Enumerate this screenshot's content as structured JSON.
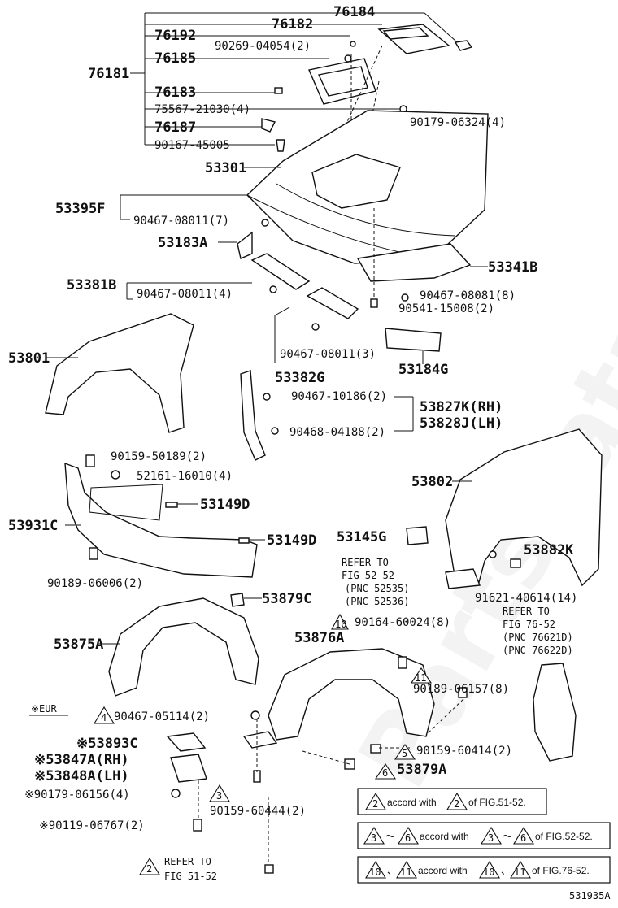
{
  "watermark": "PartsCatalogue.ru",
  "figure_id": "531935A",
  "eur_note": "※EUR",
  "labels": {
    "p76184": "76184",
    "p76182": "76182",
    "p76192": "76192",
    "p90269": "90269-04054(2)",
    "p76185": "76185",
    "p76181": "76181",
    "p76183": "76183",
    "p75567": "75567-21030(4)",
    "p90179a": "90179-06324(4)",
    "p76187": "76187",
    "p90167": "90167-45005",
    "p53301": "53301",
    "p53395F": "53395F",
    "p90467a": "90467-08011(7)",
    "p53183A": "53183A",
    "p53341B": "53341B",
    "p53381B": "53381B",
    "p90467b": "90467-08011(4)",
    "p90467c": "90467-08081(8)",
    "p90541": "90541-15008(2)",
    "p53801": "53801",
    "p90467d": "90467-08011(3)",
    "p53184G": "53184G",
    "p53382G": "53382G",
    "p90467e": "90467-10186(2)",
    "p53827K": "53827K(RH)",
    "p53828J": "53828J(LH)",
    "p90468": "90468-04188(2)",
    "p90159a": "90159-50189(2)",
    "p52161": "52161-16010(4)",
    "p53802": "53802",
    "p53149D1": "53149D",
    "p53931C": "53931C",
    "p53149D2": "53149D",
    "p53145G": "53145G",
    "p53882K": "53882K",
    "p90189a": "90189-06006(2)",
    "refer5252": [
      "REFER TO",
      "FIG 52-52",
      "(PNC 52535)",
      "(PNC 52536)"
    ],
    "p91621": "91621-40614(14)",
    "refer7652": [
      "REFER TO",
      "FIG 76-52",
      "(PNC 76621D)",
      "(PNC 76622D)"
    ],
    "p53879C": "53879C",
    "p53876A": "53876A",
    "p90164": "90164-60024(8)",
    "p53875A": "53875A",
    "p90189b": "90189-06157(8)",
    "p90467f": "90467-05114(2)",
    "p53893C": "※53893C",
    "p53847A": "※53847A(RH)",
    "p53848A": "※53848A(LH)",
    "p90159b": "90159-60414(2)",
    "p53879A": "53879A",
    "p90179b": "※90179-06156(4)",
    "p90159c": "90159-60444(2)",
    "p90119": "※90119-06767(2)",
    "refer5152": [
      "REFER TO",
      "FIG 51-52"
    ]
  },
  "marks": {
    "m10": "10",
    "m11": "11",
    "m4": "4",
    "m5": "5",
    "m6": "6",
    "m3": "3",
    "m2": "2"
  },
  "legend": [
    {
      "pre": "2",
      "mid": "accord with",
      "ref": "2",
      "post": "of FIG.51-52."
    },
    {
      "pre": "3",
      "sep": "～",
      "pre2": "6",
      "mid": "accord with",
      "ref": "3",
      "sep2": "～",
      "ref2": "6",
      "post": "of FIG.52-52."
    },
    {
      "pre": "10",
      "sep": "、",
      "pre2": "11",
      "mid": "accord with",
      "ref": "10",
      "sep2": "、",
      "ref2": "11",
      "post": "of FIG.76-52."
    }
  ]
}
